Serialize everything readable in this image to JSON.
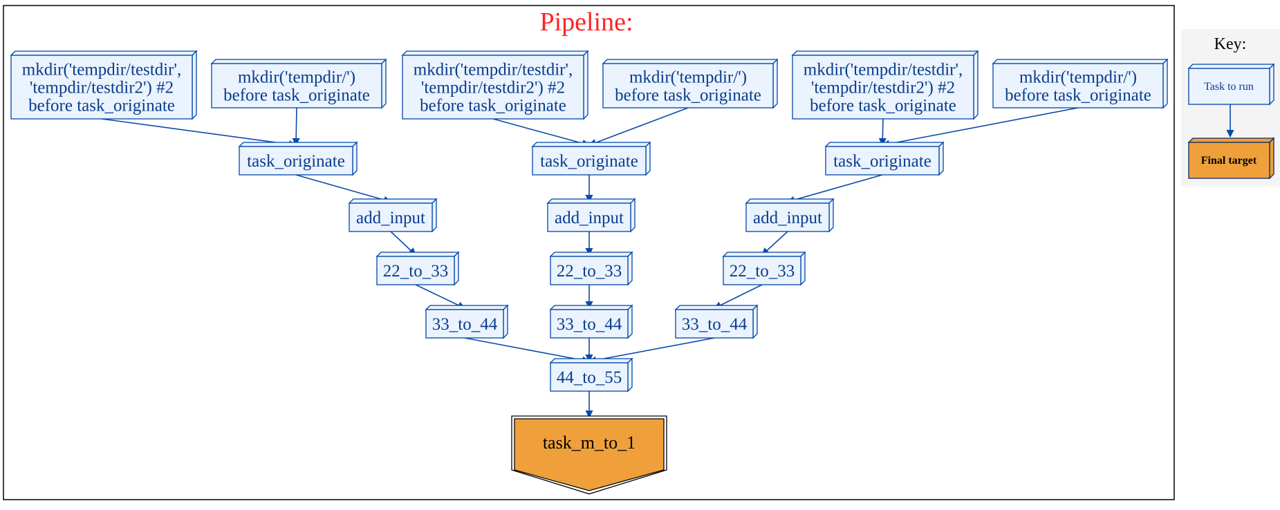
{
  "pipeline": {
    "title": "Pipeline:",
    "title_color": "#ff2222",
    "colors": {
      "task_fill": "#eaf3fe",
      "task_stroke": "#0044aa",
      "task_text": "#0a3c8c",
      "edge": "#0a4aa8",
      "target_fill": "#efa03a",
      "frame": "#000000"
    },
    "nodes": {
      "mkdir_a1": {
        "lines": [
          "mkdir('tempdir/testdir',",
          "'tempdir/testdir2') #2",
          "before task_originate"
        ]
      },
      "mkdir_b1": {
        "lines": [
          "mkdir('tempdir/')",
          "before task_originate"
        ]
      },
      "mkdir_a2": {
        "lines": [
          "mkdir('tempdir/testdir',",
          "'tempdir/testdir2') #2",
          "before task_originate"
        ]
      },
      "mkdir_b2": {
        "lines": [
          "mkdir('tempdir/')",
          "before task_originate"
        ]
      },
      "mkdir_a3": {
        "lines": [
          "mkdir('tempdir/testdir',",
          "'tempdir/testdir2') #2",
          "before task_originate"
        ]
      },
      "mkdir_b3": {
        "lines": [
          "mkdir('tempdir/')",
          "before task_originate"
        ]
      },
      "orig1": {
        "label": "task_originate"
      },
      "orig2": {
        "label": "task_originate"
      },
      "orig3": {
        "label": "task_originate"
      },
      "add1": {
        "label": "add_input"
      },
      "add2": {
        "label": "add_input"
      },
      "add3": {
        "label": "add_input"
      },
      "t2233_1": {
        "label": "22_to_33"
      },
      "t2233_2": {
        "label": "22_to_33"
      },
      "t2233_3": {
        "label": "22_to_33"
      },
      "t3344_1": {
        "label": "33_to_44"
      },
      "t3344_2": {
        "label": "33_to_44"
      },
      "t3344_3": {
        "label": "33_to_44"
      },
      "t4455": {
        "label": "44_to_55"
      },
      "final": {
        "label": "task_m_to_1"
      }
    }
  },
  "key": {
    "title": "Key:",
    "task_to_run": "Task to run",
    "final_target": "Final target",
    "panel_bg": "#f4f4f4"
  }
}
